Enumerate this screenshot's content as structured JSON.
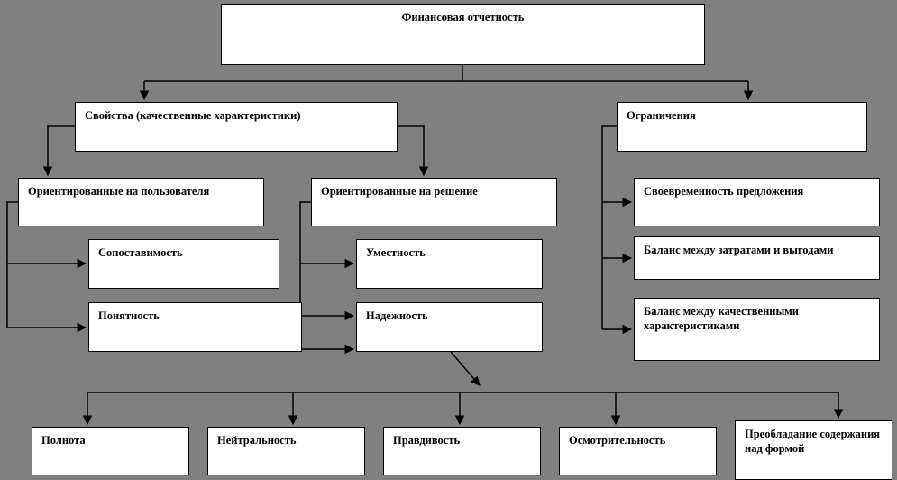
{
  "diagram": {
    "title": "Финансовая отчетность",
    "colors": {
      "background": "#808080",
      "box_fill": "#ffffff",
      "box_border": "#000000",
      "connector": "#000000"
    },
    "nodes": {
      "root": {
        "label": "Финансовая отчетность"
      },
      "properties": {
        "label": "Свойства (качественные характеристики)"
      },
      "limitations": {
        "label": "Ограничения"
      },
      "user_oriented": {
        "label": "Ориентированные на пользователя"
      },
      "decision_oriented": {
        "label": "Ориентированные на решение"
      },
      "timeliness": {
        "label": "Своевременность предложения"
      },
      "comparability": {
        "label": "Сопоставимость"
      },
      "relevance": {
        "label": "Уместность"
      },
      "cost_benefit": {
        "label": "Баланс между затратами и выгодами"
      },
      "understandability": {
        "label": "Понятность"
      },
      "reliability": {
        "label": "Надежность"
      },
      "qual_balance": {
        "label": "Баланс между качественными характеристиками"
      },
      "completeness": {
        "label": "Полнота"
      },
      "neutrality": {
        "label": "Нейтральность"
      },
      "truthfulness": {
        "label": "Правдивость"
      },
      "prudence": {
        "label": "Осмотрительность"
      },
      "substance_over_form": {
        "label": "Преобладание содержания над формой"
      }
    }
  }
}
